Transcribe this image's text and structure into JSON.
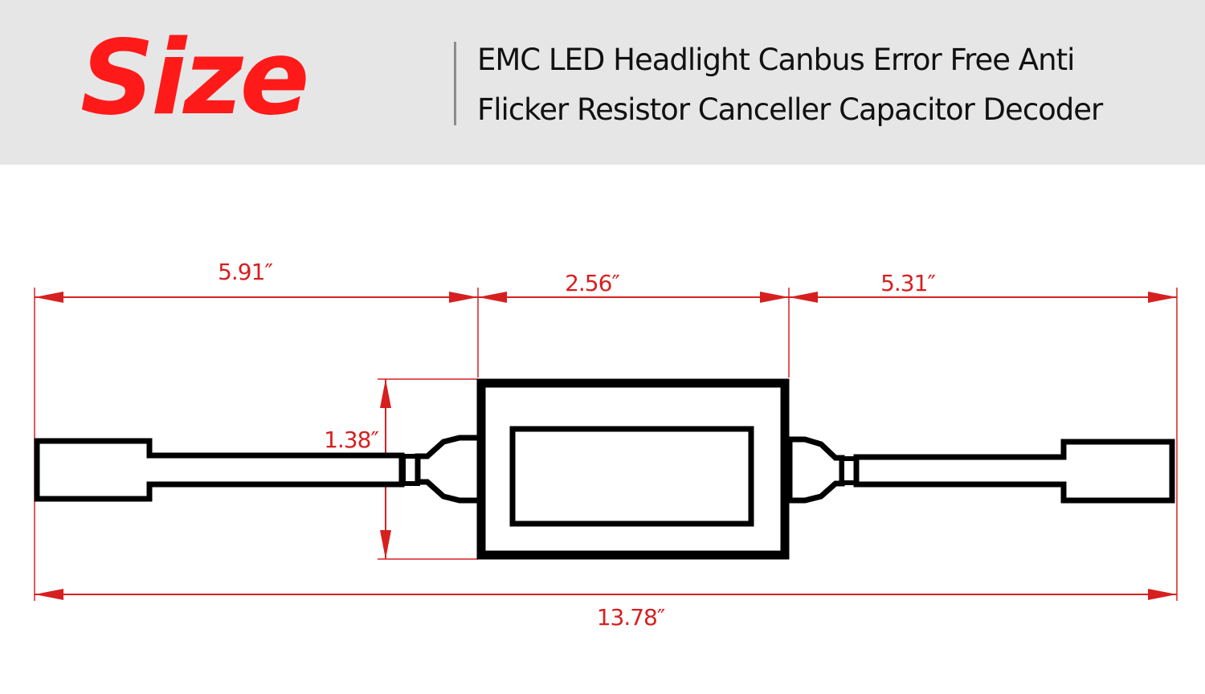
{
  "header": {
    "title": "Size",
    "product_line_1": "EMC LED Headlight Canbus Error Free Anti",
    "product_line_2": "Flicker Resistor Canceller Capacitor Decoder"
  },
  "dimensions": {
    "left_cable": "5.91″",
    "module_length": "2.56″",
    "right_cable": "5.31″",
    "module_height": "1.38″",
    "total_length": "13.78″"
  },
  "colors": {
    "title": "#ff1a1a",
    "dimension": "#d62020",
    "outline": "#000000",
    "header_bg": "#e6e6e6"
  }
}
